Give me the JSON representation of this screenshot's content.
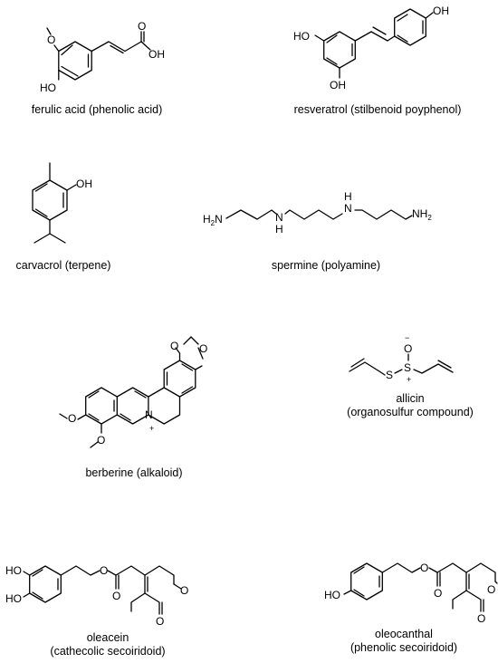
{
  "compounds": [
    {
      "name": "ferulic-acid",
      "caption": [
        "ferulic acid (phenolic acid)"
      ]
    },
    {
      "name": "resveratrol",
      "caption": [
        "resveratrol (stilbenoid poyphenol)"
      ]
    },
    {
      "name": "carvacrol",
      "caption": [
        "carvacrol (terpene)"
      ]
    },
    {
      "name": "spermine",
      "caption": [
        "spermine (polyamine)"
      ]
    },
    {
      "name": "berberine",
      "caption": [
        "berberine (alkaloid)"
      ]
    },
    {
      "name": "allicin",
      "caption": [
        "allicin",
        "(organosulfur compound)"
      ]
    },
    {
      "name": "oleacein",
      "caption": [
        "oleacein",
        "(cathecolic secoiridoid)"
      ]
    },
    {
      "name": "oleocanthal",
      "caption": [
        "oleocanthal",
        "(phenolic secoiridoid)"
      ]
    }
  ],
  "atom_labels": {
    "oh": "OH",
    "ho": "HO",
    "o": "O",
    "n": "N",
    "h": "H",
    "nh": "NH",
    "h2n": "H",
    "two": "2",
    "s": "S",
    "plus": "+",
    "minus": "−"
  }
}
